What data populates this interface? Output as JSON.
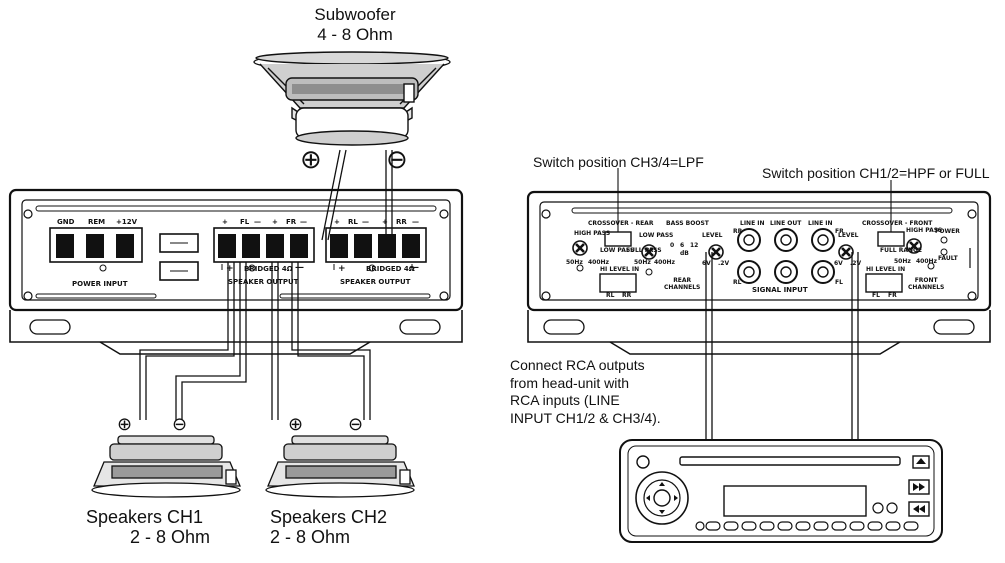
{
  "subwoofer": {
    "title": "Subwoofer",
    "impedance": "4 - 8 Ohm"
  },
  "speakers": [
    {
      "title": "Speakers CH1",
      "impedance": "2 - 8 Ohm"
    },
    {
      "title": "Speakers CH2",
      "impedance": "2 - 8 Ohm"
    }
  ],
  "polarity": {
    "plus": "⊕",
    "minus": "⊖"
  },
  "amp_front": {
    "power_terminals": [
      "GND",
      "REM",
      "+12V"
    ],
    "power_label": "POWER INPUT",
    "front_channels": [
      "+",
      "FL",
      "—",
      "+",
      "FR",
      "—"
    ],
    "rear_channels": [
      "+",
      "RL",
      "—",
      "+",
      "RR",
      "—"
    ],
    "bridged_label": "BRIDGED 4Ω",
    "speaker_output_label": "SPEAKER OUTPUT",
    "plus_sign": "+",
    "minus_sign": "—"
  },
  "amp_rear": {
    "crossover_rear": "CROSSOVER - REAR",
    "bass_boost": "BASS BOOST",
    "crossover_front": "CROSSOVER - FRONT",
    "high_pass": "HIGH PASS",
    "low_pass": "LOW PASS",
    "full_pass": "FULL PASS",
    "full_range": "FULL RANGE",
    "freq_low": "50Hz",
    "freq_high": "400Hz",
    "boost_values": [
      "0",
      "6",
      "12"
    ],
    "boost_unit": "dB",
    "hi_level_in": "HI LEVEL IN",
    "rear_hi_pins": [
      "RL",
      "RR"
    ],
    "front_hi_pins": [
      "FL",
      "FR"
    ],
    "rear_channels_label": "REAR\nCHANNELS",
    "front_channels_label": "FRONT\nCHANNELS",
    "signal_input": "SIGNAL INPUT",
    "line_in": "LINE IN",
    "line_out": "LINE OUT",
    "level": "LEVEL",
    "level_min": "6V",
    "level_max": ".2V",
    "rca_top": [
      "RR",
      "FR"
    ],
    "rca_bottom": [
      "RL",
      "FL"
    ],
    "power_led": "POWER",
    "fault_led": "FAULT"
  },
  "annotations": {
    "switch_rear": "Switch position CH3/4=LPF",
    "switch_front": "Switch position CH1/2=HPF or FULL",
    "connect_rca": "Connect RCA outputs\nfrom head-unit with\nRCA inputs (LINE\nINPUT CH1/2 & CH3/4)."
  },
  "head_unit": {
    "eject_icon": "eject-icon",
    "next_icon": "next-icon",
    "prev_icon": "previous-icon"
  }
}
